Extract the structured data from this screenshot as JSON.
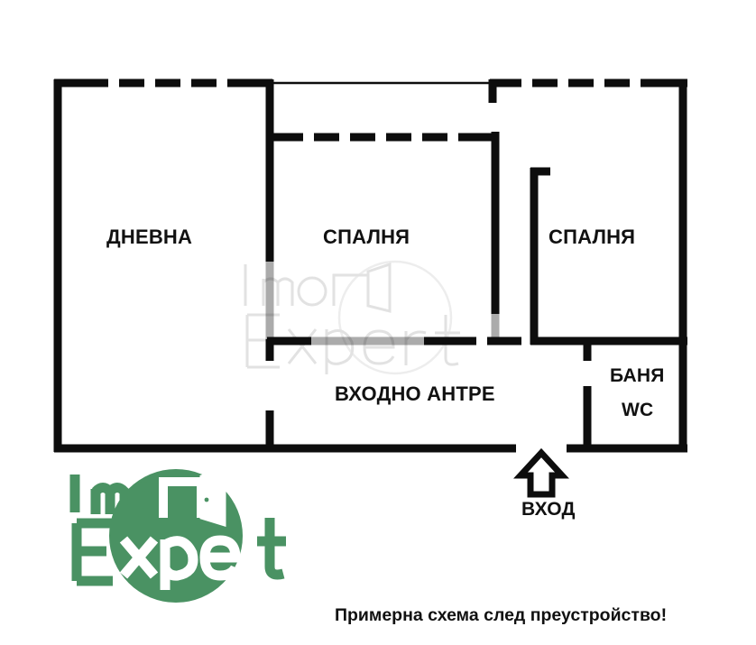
{
  "page": {
    "background": "#ffffff",
    "wall_color": "#0d0d0d",
    "text_color": "#111111"
  },
  "floorplan": {
    "rooms": [
      {
        "key": "living",
        "label": "ДНЕВНА"
      },
      {
        "key": "bedroom1",
        "label": "СПАЛНЯ"
      },
      {
        "key": "bedroom2",
        "label": "СПАЛНЯ"
      },
      {
        "key": "hallway",
        "label": "ВХОДНО АНТРЕ"
      },
      {
        "key": "bath",
        "label": "БАНЯ"
      },
      {
        "key": "wc",
        "label": "WC"
      }
    ],
    "entrance": {
      "label": "ВХОД",
      "icon": "up-arrow-icon"
    }
  },
  "caption": {
    "text": "Примерна схема след преустройство!"
  },
  "logo": {
    "color": "#4a9263",
    "text_top": "Imo",
    "text_bottom": "Expert",
    "icon": "open-door-icon",
    "watermark_text_top": "Imo",
    "watermark_text_bottom": "Expert",
    "watermark_color": "#d8d8d8"
  }
}
